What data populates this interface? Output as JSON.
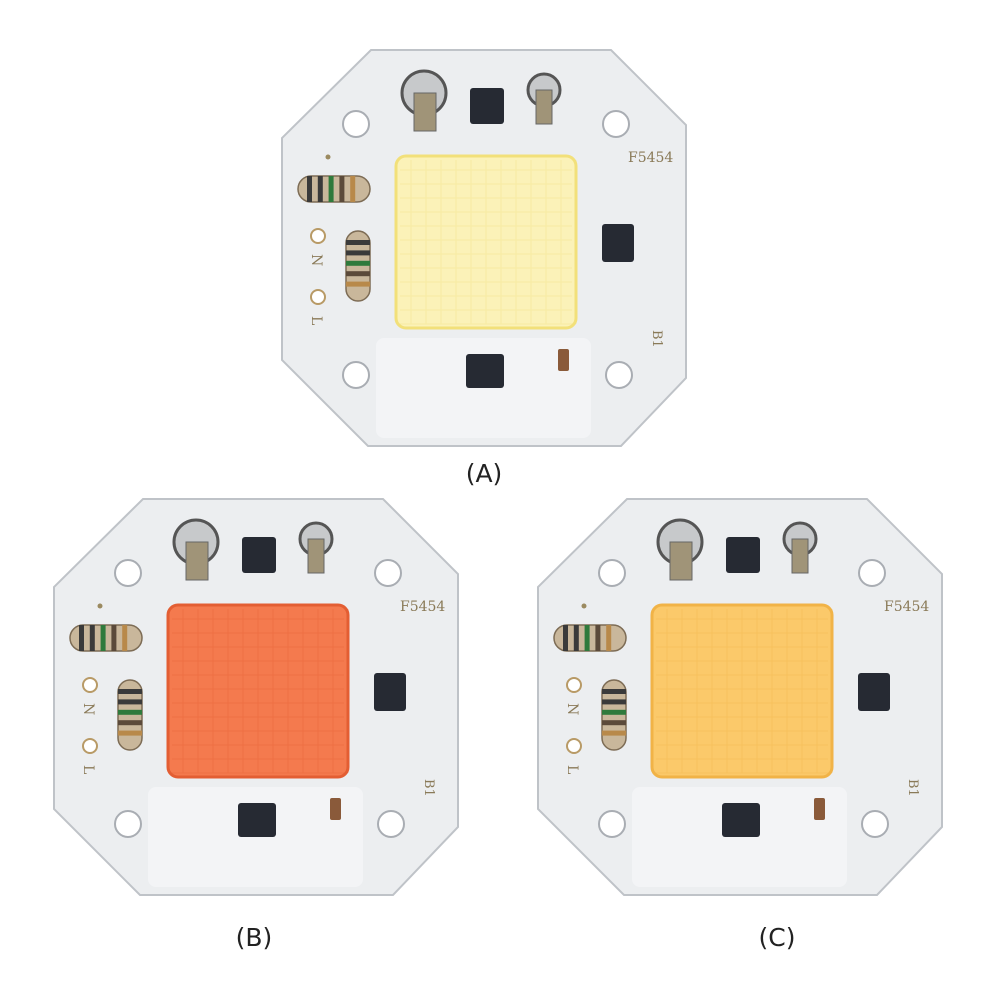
{
  "panels": [
    {
      "id": "A",
      "caption": "(A)",
      "board_code": "F5454",
      "pin_n": "N",
      "pin_l": "L",
      "mark_b1": "B1",
      "chip_color": "#fbf2b8",
      "chip_edge": "#f2e07a"
    },
    {
      "id": "B",
      "caption": "(B)",
      "board_code": "F5454",
      "pin_n": "N",
      "pin_l": "L",
      "mark_b1": "B1",
      "chip_color": "#f47a4e",
      "chip_edge": "#e35e33"
    },
    {
      "id": "C",
      "caption": "(C)",
      "board_code": "F5454",
      "pin_n": "N",
      "pin_l": "L",
      "mark_b1": "B1",
      "chip_color": "#fbc96a",
      "chip_edge": "#f1b347"
    }
  ],
  "colors": {
    "board": "#eceef0",
    "board_edge": "#bfc3c8",
    "component_dark": "#262a33"
  }
}
